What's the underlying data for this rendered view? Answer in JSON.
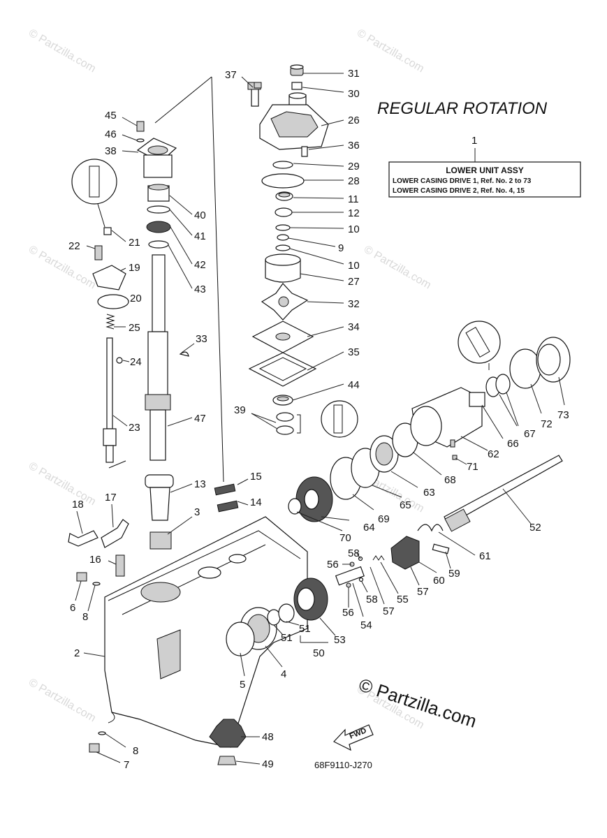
{
  "diagram": {
    "title": "REGULAR ROTATION",
    "assembly_number": "1",
    "assembly_box": {
      "heading": "LOWER UNIT ASSY",
      "line1": "LOWER CASING DRIVE 1,  Ref. No. 2 to 73",
      "line2": "LOWER CASING DRIVE 2,  Ref. No. 4, 15"
    },
    "drawing_code": "68F9110-J270",
    "fwd_label": "FWD",
    "copyright_mark": "© Partzilla.com",
    "watermark_text": "© Partzilla.com",
    "callouts": [
      "31",
      "30",
      "26",
      "36",
      "29",
      "28",
      "11",
      "12",
      "10",
      "9",
      "10",
      "27",
      "32",
      "34",
      "35",
      "44",
      "39",
      "37",
      "45",
      "46",
      "38",
      "40",
      "41",
      "42",
      "43",
      "21",
      "22",
      "19",
      "20",
      "25",
      "24",
      "23",
      "33",
      "47",
      "13",
      "3",
      "15",
      "14",
      "18",
      "17",
      "16",
      "6",
      "8",
      "2",
      "8",
      "7",
      "48",
      "49",
      "5",
      "4",
      "51",
      "51",
      "50",
      "53",
      "54",
      "56",
      "56",
      "58",
      "58",
      "57",
      "55",
      "57",
      "60",
      "59",
      "61",
      "52",
      "70",
      "64",
      "69",
      "65",
      "63",
      "68",
      "71",
      "62",
      "66",
      "67",
      "72",
      "73"
    ]
  }
}
